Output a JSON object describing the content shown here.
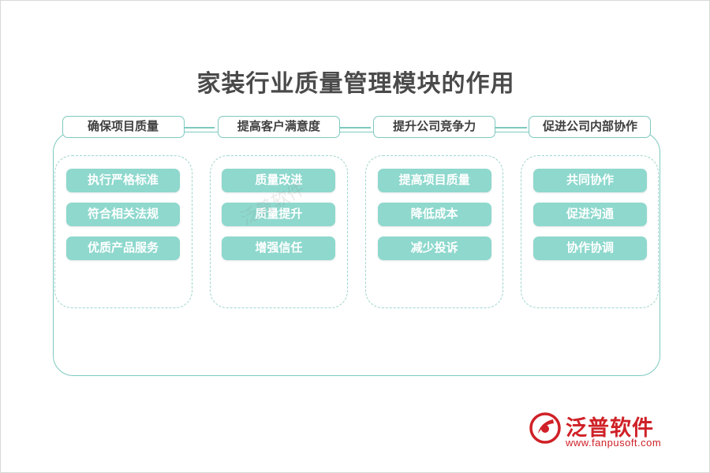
{
  "title": "家装行业质量管理模块的作用",
  "watermark": {
    "diagonal_text": "泛普软件",
    "brand": "泛普软件",
    "url": "www.fanpusoft.com"
  },
  "colors": {
    "accent": "#7ec9bf",
    "pill": "#8ed8cd",
    "pill_text": "#ffffff",
    "title_text": "#4a4a4a",
    "brand_red": "#cf2127"
  },
  "columns": [
    {
      "head": "确保项目质量",
      "items": [
        "执行严格标准",
        "符合相关法规",
        "优质产品服务"
      ]
    },
    {
      "head": "提高客户满意度",
      "items": [
        "质量改进",
        "质量提升",
        "增强信任"
      ]
    },
    {
      "head": "提升公司竞争力",
      "items": [
        "提高项目质量",
        "降低成本",
        "减少投诉"
      ]
    },
    {
      "head": "促进公司内部协作",
      "items": [
        "共同协作",
        "促进沟通",
        "协作协调"
      ]
    }
  ]
}
